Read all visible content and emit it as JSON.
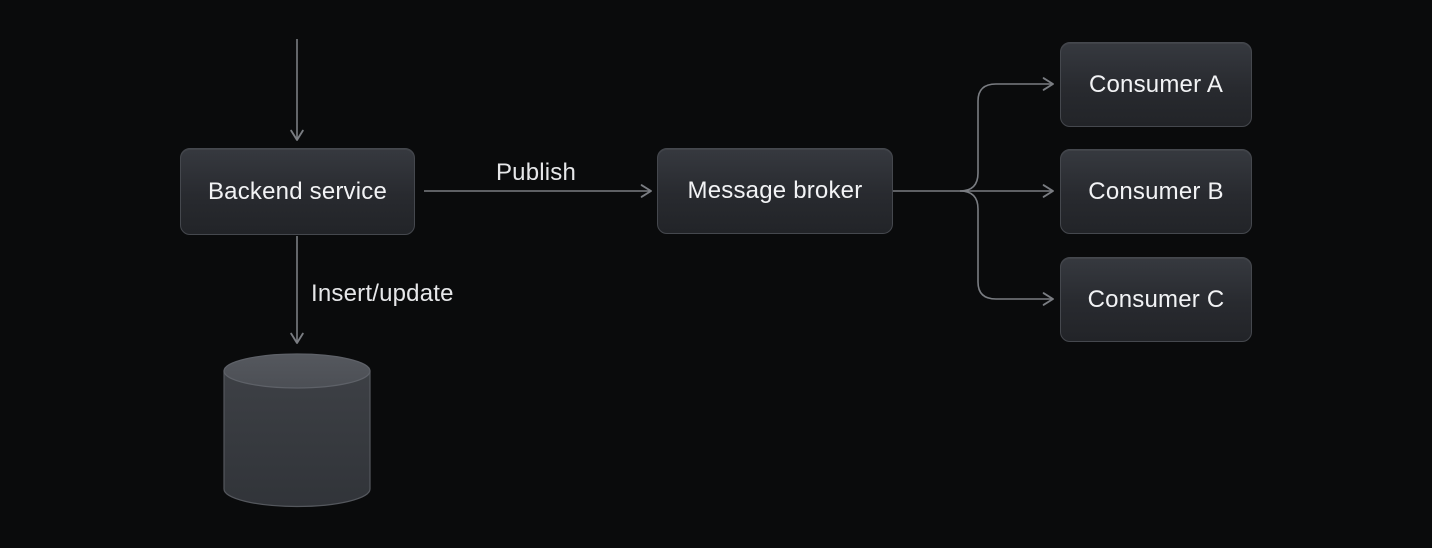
{
  "diagram": {
    "type": "architecture-flow",
    "colors": {
      "background": "#0a0b0c",
      "connector": "#7a7d82",
      "node_fill_top": "#36393f",
      "node_fill_bottom": "#222428",
      "node_border": "#45484e",
      "node_text": "#f2f3f5",
      "edge_label_text": "#e6e7e9",
      "cylinder_top": "#53565c",
      "cylinder_body": "#393c41"
    },
    "nodes": {
      "backend": {
        "label": "Backend service"
      },
      "broker": {
        "label": "Message broker"
      },
      "consumer_a": {
        "label": "Consumer A"
      },
      "consumer_b": {
        "label": "Consumer B"
      },
      "consumer_c": {
        "label": "Consumer C"
      },
      "database": {
        "icon": "database-cylinder-icon"
      }
    },
    "edges": {
      "incoming_top": {
        "from": "external",
        "to": "backend",
        "label": ""
      },
      "publish": {
        "from": "backend",
        "to": "broker",
        "label": "Publish"
      },
      "insert_update": {
        "from": "backend",
        "to": "database",
        "label": "Insert/update"
      },
      "fan_out_a": {
        "from": "broker",
        "to": "consumer_a",
        "label": ""
      },
      "fan_out_b": {
        "from": "broker",
        "to": "consumer_b",
        "label": ""
      },
      "fan_out_c": {
        "from": "broker",
        "to": "consumer_c",
        "label": ""
      }
    }
  }
}
